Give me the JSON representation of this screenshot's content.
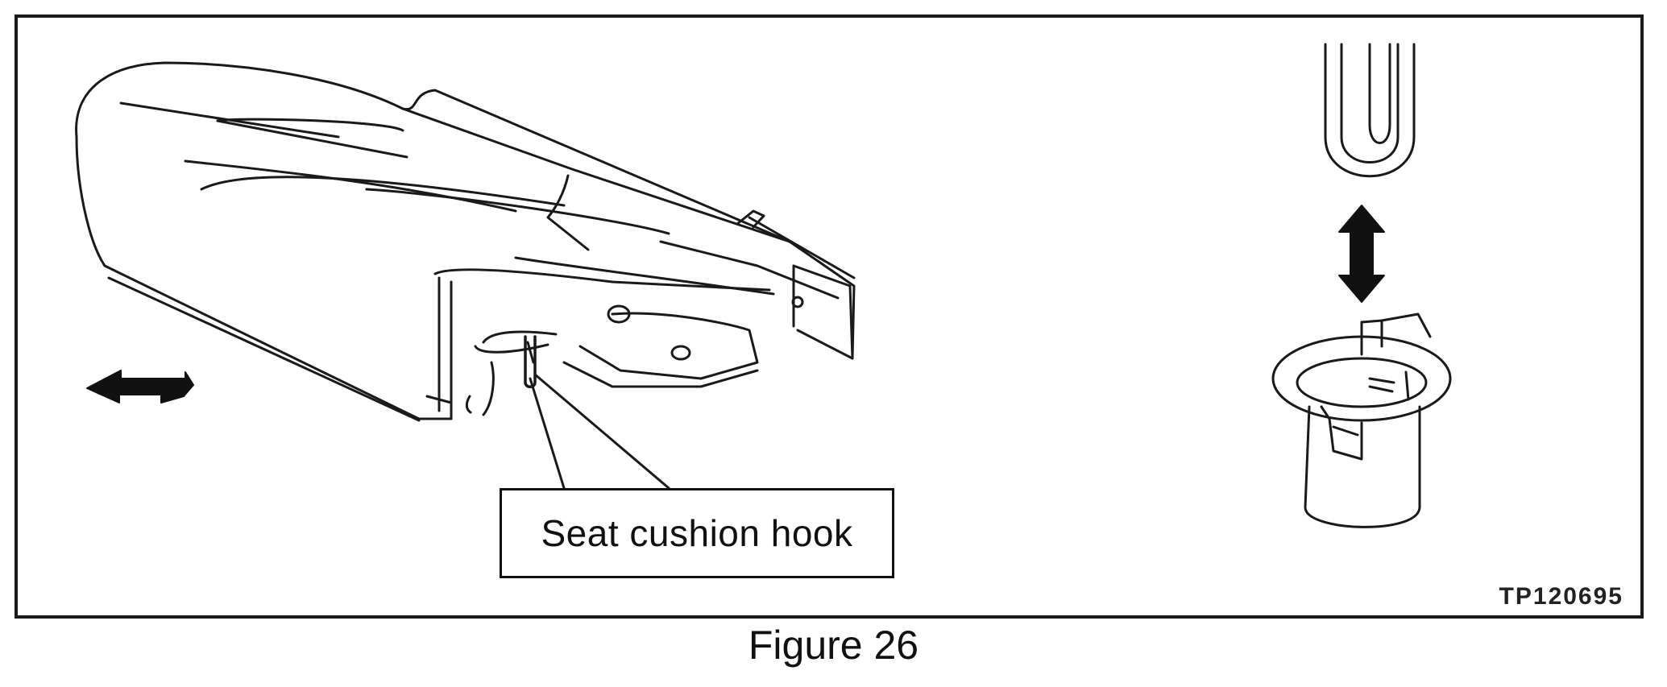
{
  "diagram": {
    "callout_label": "Seat cushion hook",
    "figure_id": "TP120695",
    "caption": "Figure 26"
  },
  "colors": {
    "ink": "#111111",
    "paper": "#ffffff"
  }
}
